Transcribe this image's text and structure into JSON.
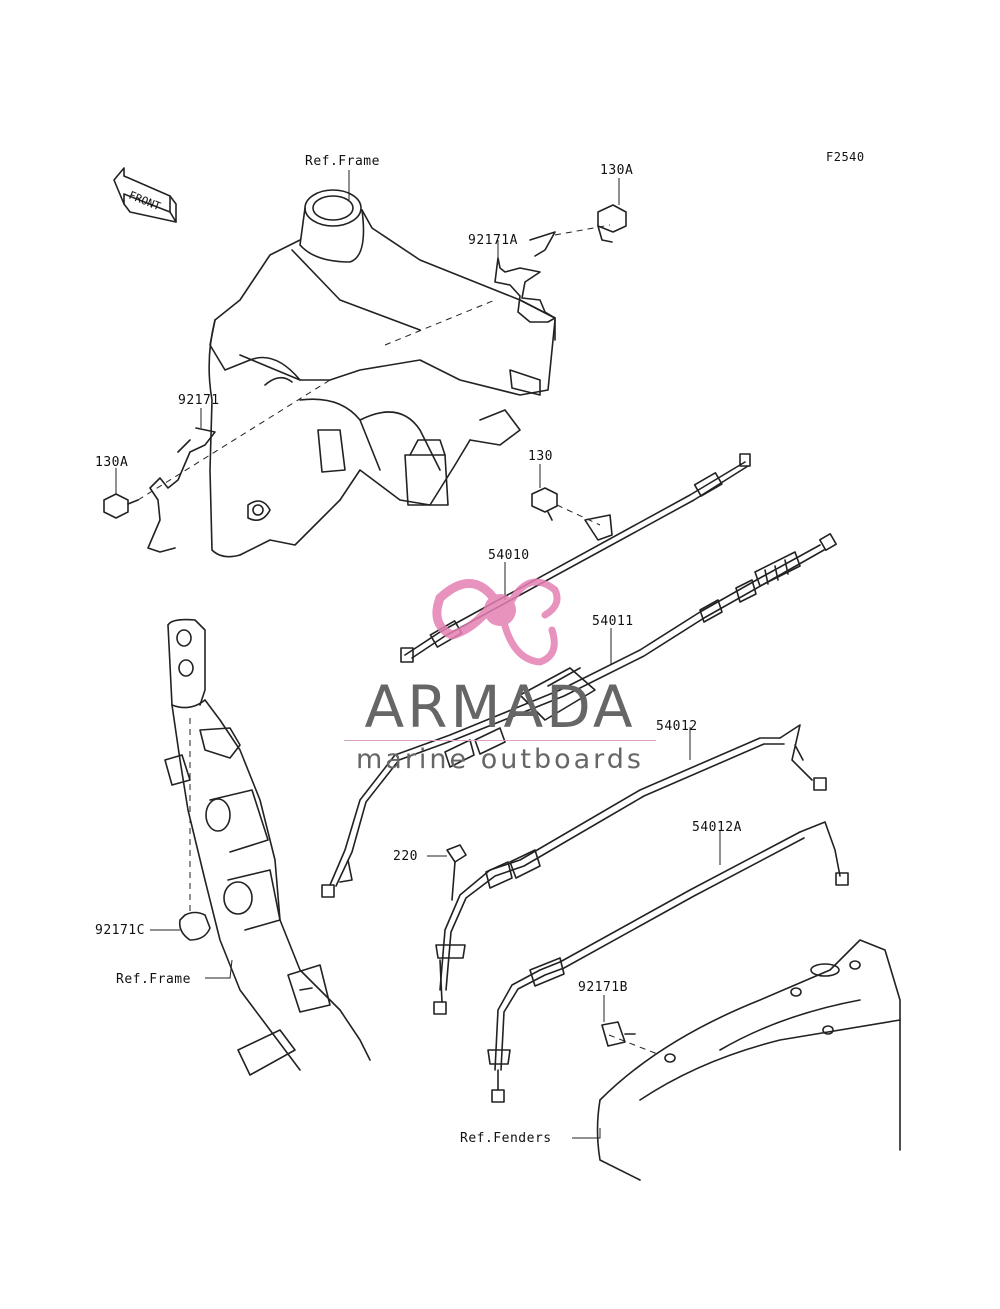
{
  "diagram": {
    "code": "F2540",
    "front_tag": "FRONT",
    "labels": {
      "ref_frame_top": "Ref.Frame",
      "p130A_top": "130A",
      "p92171A": "92171A",
      "p92171": "92171",
      "p130A_left": "130A",
      "p130": "130",
      "p54010": "54010",
      "p54011": "54011",
      "p54012": "54012",
      "p54012A": "54012A",
      "p220": "220",
      "p92171C": "92171C",
      "ref_frame_bottom": "Ref.Frame",
      "p92171B": "92171B",
      "ref_fenders": "Ref.Fenders"
    }
  },
  "watermark": {
    "brand": "ARMADA",
    "tagline": "marine outboards",
    "accent": "#d9579a",
    "text_color": "#666666",
    "icon": "propeller-icon"
  }
}
